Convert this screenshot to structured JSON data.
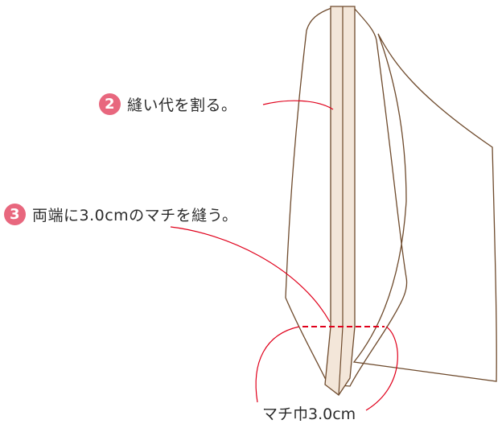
{
  "colors": {
    "outline": "#6e4a2c",
    "seam_fill": "#f3e6d9",
    "leader_line": "#e0001b",
    "badge": "#e8677e",
    "text": "#2b2b2b"
  },
  "steps": [
    {
      "number": "2",
      "text": "縫い代を割る。"
    },
    {
      "number": "3",
      "text": "両端に3.0cmのマチを縫う。"
    }
  ],
  "dimension": {
    "label": "マチ巾3.0cm"
  }
}
